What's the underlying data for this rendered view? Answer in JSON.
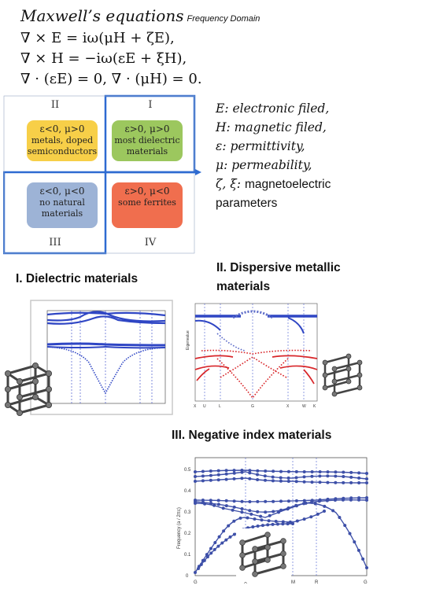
{
  "equations": {
    "title": "Maxwell’s equations",
    "subtitle": "Frequency Domain",
    "lines": [
      "∇ × E = iω(μH + ζE),",
      "∇ × H = −iω(εE + ξH),",
      "∇ · (εE) = 0, ∇ · (μH) = 0."
    ]
  },
  "quadrants": {
    "labels": {
      "q1": "I",
      "q2": "II",
      "q3": "III",
      "q4": "IV"
    },
    "boxes": {
      "q2": {
        "cond": "ε<0, μ>0",
        "desc": "metals, doped semiconductors",
        "color": "#f7cf48"
      },
      "q1": {
        "cond": "ε>0, μ>0",
        "desc": "most dielectric materials",
        "color": "#9cc75e"
      },
      "q3": {
        "cond": "ε<0, μ<0",
        "desc": "no natural materials",
        "color": "#9db3d6"
      },
      "q4": {
        "cond": "ε>0, μ<0",
        "desc": "some ferrites",
        "color": "#f06e4e"
      }
    },
    "frame_color": "#2e6bd1"
  },
  "legend": {
    "e": "E: electronic filed,",
    "h": "H: magnetic filed,",
    "eps": "ε: permittivity,",
    "mu": "μ: permeability,",
    "zx_sym": "ζ, ξ:",
    "zx_txt": "magnetoelectric",
    "params": "parameters"
  },
  "sections": {
    "dielectric": "I. Dielectric materials",
    "metallic_1": "II. Dispersive metallic",
    "metallic_2": "materials",
    "negative": "III. Negative index materials"
  },
  "plot_metal": {
    "ylabel": "Eigenvalue",
    "xticks": [
      "X",
      "U",
      "L",
      "G",
      "X",
      "W",
      "K"
    ]
  },
  "plot_neg": {
    "ylabel": "Frequency (a / 2πc)",
    "xticks": [
      "G",
      "X",
      "M",
      "R",
      "G"
    ],
    "yticks": [
      "0",
      "0.1",
      "0.2",
      "0.3",
      "0.4",
      "0.5"
    ]
  },
  "colors": {
    "blue_band": "#2f46c4",
    "red_band": "#d8262a",
    "dot_band": "#3d4fa8"
  }
}
